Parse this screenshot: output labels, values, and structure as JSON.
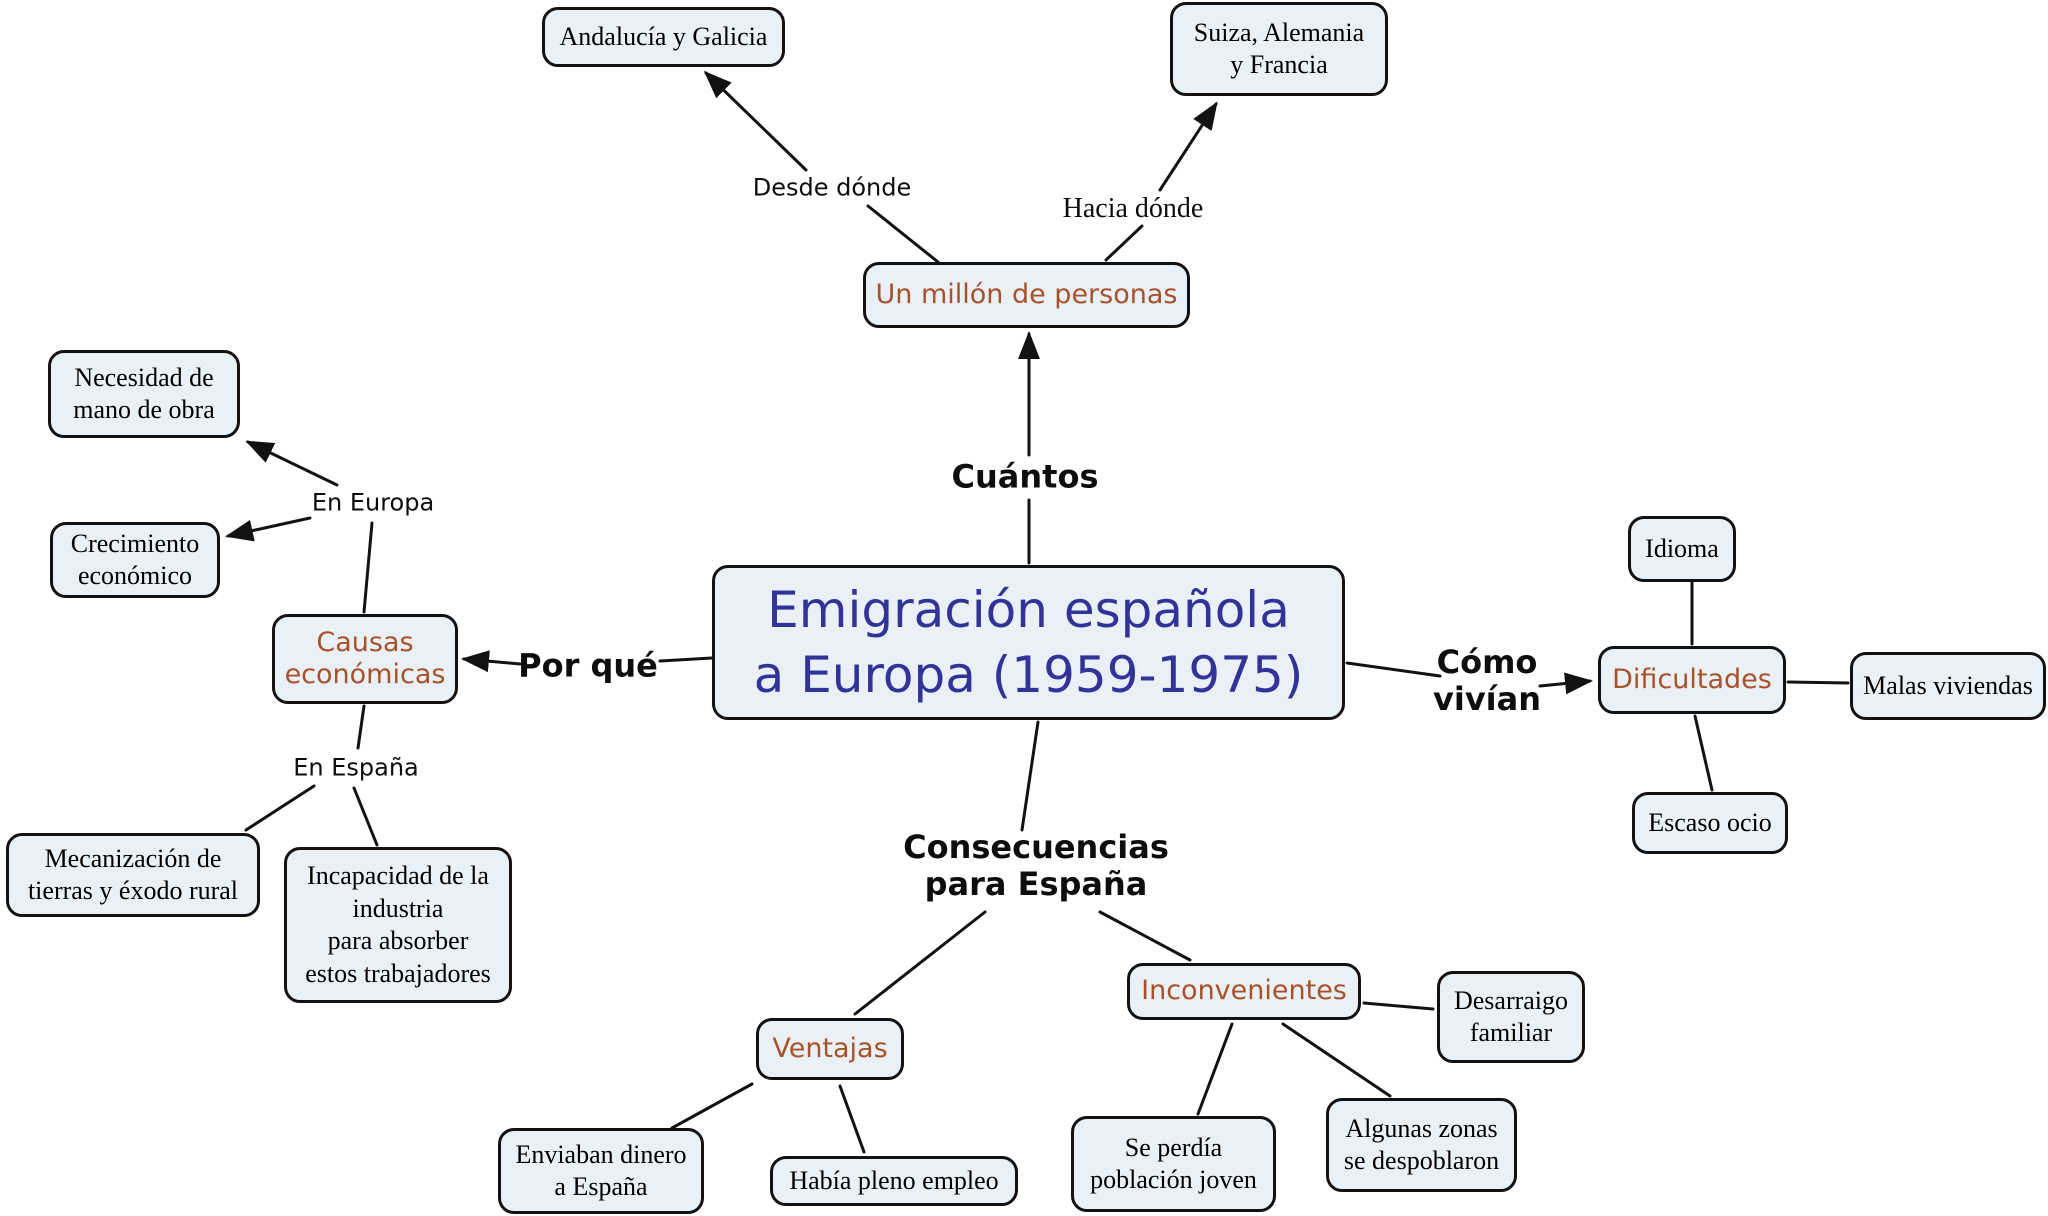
{
  "app": {
    "type": "concept-map",
    "topic": "Emigración española a Europa (1959-1975)"
  },
  "colors": {
    "background": "#ffffff",
    "node_fill": "#eaf1f6",
    "node_border": "#121212",
    "category_text": "#a9512a",
    "title_text": "#323398",
    "line": "#121212"
  },
  "nodes": {
    "center": "Emigración española\na Europa (1959-1975)",
    "un_millon": "Un millón de personas",
    "andalucia": "Andalucía y Galicia",
    "suiza": "Suiza, Alemania\ny Francia",
    "necesidad": "Necesidad de\nmano de obra",
    "crecimiento": "Crecimiento\neconómico",
    "causas": "Causas\neconómicas",
    "mecanizacion": "Mecanización de\ntierras y éxodo rural",
    "incapacidad": "Incapacidad de la\nindustria\npara absorber\nestos trabajadores",
    "idioma": "Idioma",
    "dificultades": "Dificultades",
    "malas_viviendas": "Malas viviendas",
    "escaso_ocio": "Escaso ocio",
    "ventajas": "Ventajas",
    "inconvenientes": "Inconvenientes",
    "desarraigo": "Desarraigo\nfamiliar",
    "enviaban_dinero": "Enviaban dinero\na España",
    "pleno_empleo": "Había pleno empleo",
    "se_perdia": "Se perdía\npoblación joven",
    "algunas_zonas": "Algunas zonas\nse despoblaron"
  },
  "links": {
    "desde_donde": "Desde dónde",
    "hacia_donde": "Hacia dónde",
    "cuantos": "Cuántos",
    "en_europa": "En Europa",
    "por_que": "Por qué",
    "en_espana": "En España",
    "como_vivian": "Cómo\nvivían",
    "consecuencias": "Consecuencias\npara España"
  }
}
